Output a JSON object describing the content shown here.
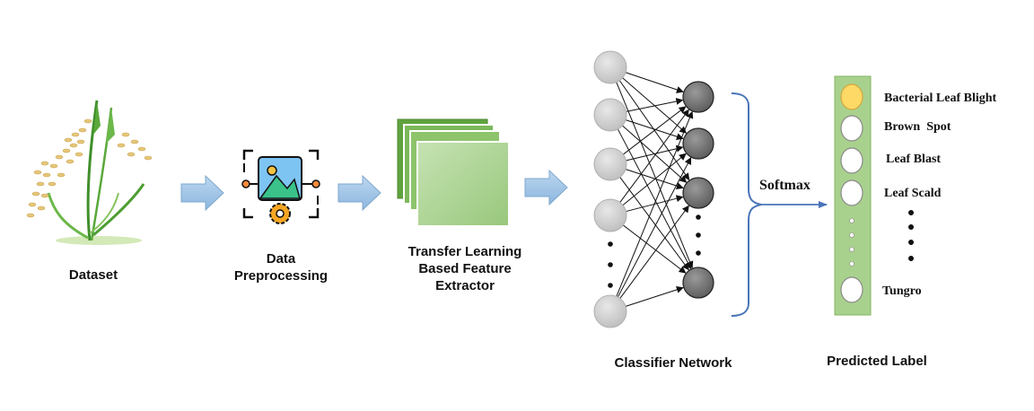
{
  "stages": {
    "dataset": "Dataset",
    "preprocessing_line1": "Data",
    "preprocessing_line2": "Preprocessing",
    "extractor_line1": "Transfer Learning",
    "extractor_line2": "Based Feature",
    "extractor_line3": "Extractor",
    "classifier": "Classifier Network",
    "predicted": "Predicted Label"
  },
  "softmax_label": "Softmax",
  "classes": [
    "Bacterial Leaf Blight",
    "Brown  Spot",
    "Leaf Blast",
    "Leaf Scald",
    "Tungro"
  ],
  "colors": {
    "arrow_fill": "#9dc3e6",
    "arrow_stroke": "#7fa7cc",
    "extractor_dark": "#5fa33e",
    "extractor_light": "#a8d08d",
    "input_node": "#d0d0d0",
    "hidden_node": "#707070",
    "output_bar": "#a9d18e",
    "output_highlight": "#ffd966",
    "bracket": "#4a74b8"
  },
  "icons": {
    "dataset": "rice-plant-icon",
    "preprocessing": "image-gear-icon",
    "extractor": "stacked-feature-maps-icon"
  }
}
